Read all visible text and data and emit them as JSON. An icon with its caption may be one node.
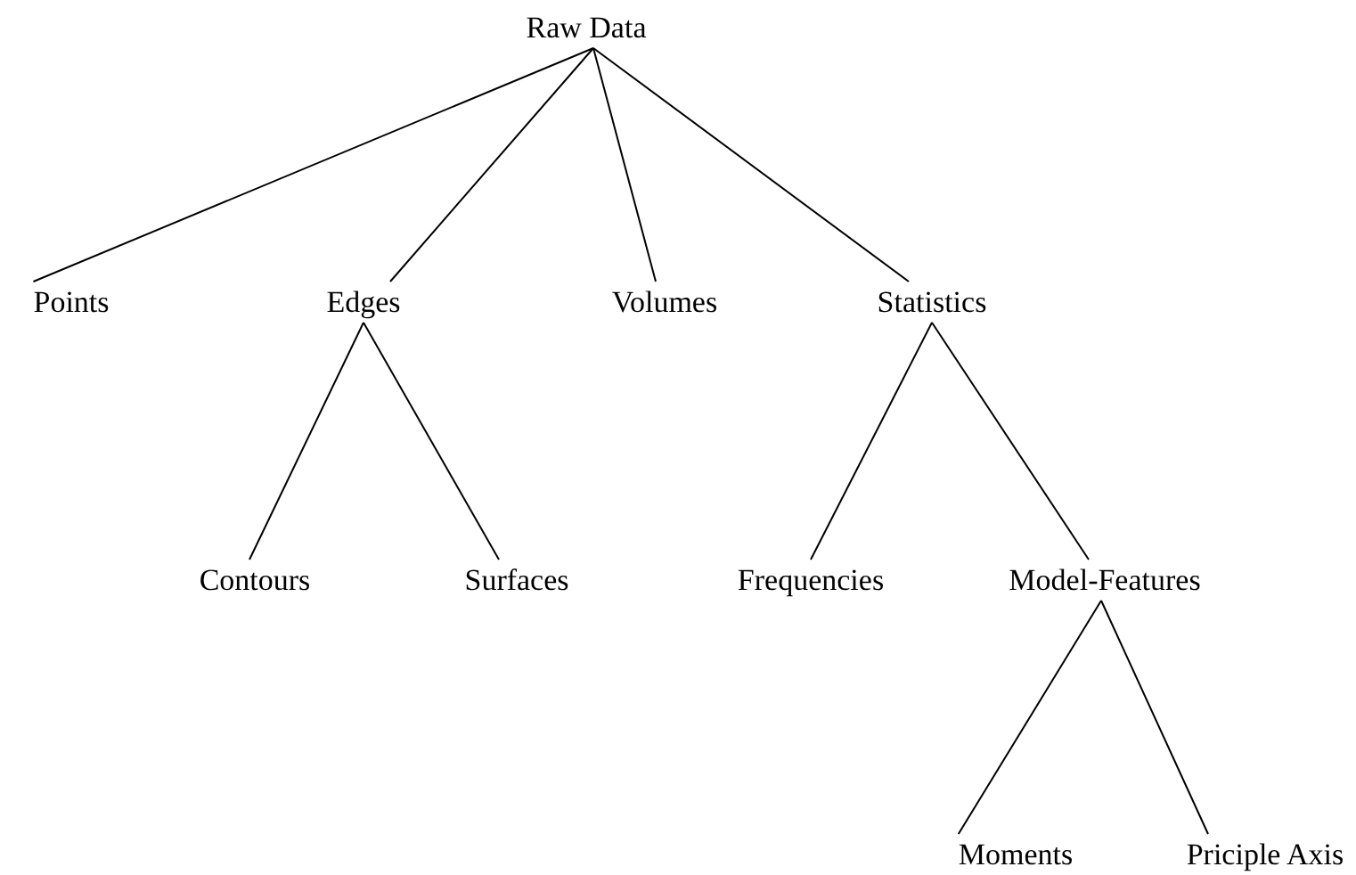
{
  "diagram": {
    "nodes": [
      {
        "text": [
          "Raw Data"
        ]
      },
      {
        "text": [
          "Points"
        ]
      },
      {
        "text": [
          "Edges"
        ]
      },
      {
        "text": [
          "Volumes"
        ]
      },
      {
        "text": [
          "Statistics"
        ]
      },
      {
        "text": [
          "Contours"
        ]
      },
      {
        "text": [
          "Surfaces"
        ]
      },
      {
        "text": [
          "Frequencies"
        ]
      },
      {
        "text": [
          "Model-Features"
        ]
      },
      {
        "text": [
          "Moments"
        ]
      },
      {
        "text": [
          "Priciple Axis"
        ]
      }
    ],
    "edges": [
      {
        "from": 0,
        "to": 1,
        "arrow": "none"
      },
      {
        "from": 0,
        "to": 2,
        "arrow": "none"
      },
      {
        "from": 0,
        "to": 3,
        "arrow": "none"
      },
      {
        "from": 0,
        "to": 4,
        "arrow": "none"
      },
      {
        "from": 2,
        "to": 5,
        "arrow": "none"
      },
      {
        "from": 2,
        "to": 6,
        "arrow": "none"
      },
      {
        "from": 4,
        "to": 7,
        "arrow": "none"
      },
      {
        "from": 4,
        "to": 8,
        "arrow": "none"
      },
      {
        "from": 8,
        "to": 9,
        "arrow": "none"
      },
      {
        "from": 8,
        "to": 10,
        "arrow": "none"
      }
    ]
  }
}
